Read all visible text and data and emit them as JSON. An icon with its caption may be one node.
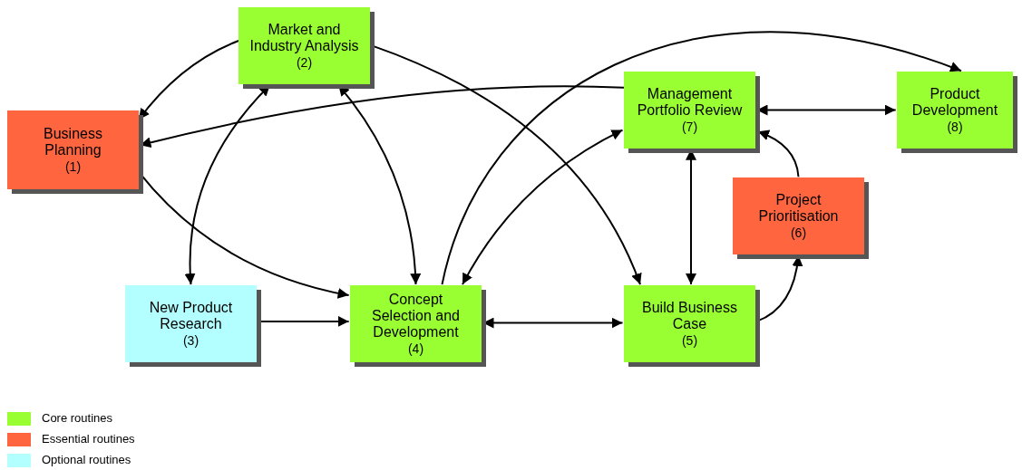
{
  "diagram": {
    "nodes": [
      {
        "text": [
          "Business Planning",
          "(1)"
        ]
      },
      {
        "text": [
          "Market and Industry Analysis",
          "(2)"
        ]
      },
      {
        "text": [
          "New Product Research",
          "(3)"
        ]
      },
      {
        "text": [
          "Concept Selection and Development",
          "(4)"
        ]
      },
      {
        "text": [
          "Build Business Case",
          "(5)"
        ]
      },
      {
        "text": [
          "Project Prioritisation",
          "(6)"
        ]
      },
      {
        "text": [
          "Management Portfolio Review",
          "(7)"
        ]
      },
      {
        "text": [
          "Product Development",
          "(8)"
        ]
      }
    ],
    "edges": [
      {
        "from": 1,
        "to": 0,
        "arrow": "to"
      },
      {
        "from": 1,
        "to": 2,
        "arrow": "both"
      },
      {
        "from": 1,
        "to": 3,
        "arrow": "both"
      },
      {
        "from": 1,
        "to": 4,
        "arrow": "to"
      },
      {
        "from": 3,
        "to": 7,
        "arrow": "to"
      },
      {
        "from": 6,
        "to": 0,
        "arrow": "to"
      },
      {
        "from": 0,
        "to": 3,
        "arrow": "to"
      },
      {
        "from": 2,
        "to": 3,
        "arrow": "to"
      },
      {
        "from": 3,
        "to": 4,
        "arrow": "both"
      },
      {
        "from": 6,
        "to": 3,
        "arrow": "both"
      },
      {
        "from": 6,
        "to": 4,
        "arrow": "both"
      },
      {
        "from": 6,
        "to": 7,
        "arrow": "both"
      },
      {
        "from": 4,
        "to": 5,
        "arrow": "to"
      },
      {
        "from": 5,
        "to": 6,
        "arrow": "to"
      }
    ],
    "legend": [
      {
        "text": "Core routines",
        "color": "#99ff33"
      },
      {
        "text": "Essential routines",
        "color": "#ff6640"
      },
      {
        "text": "Optional routines",
        "color": "#b3ffff"
      }
    ]
  }
}
